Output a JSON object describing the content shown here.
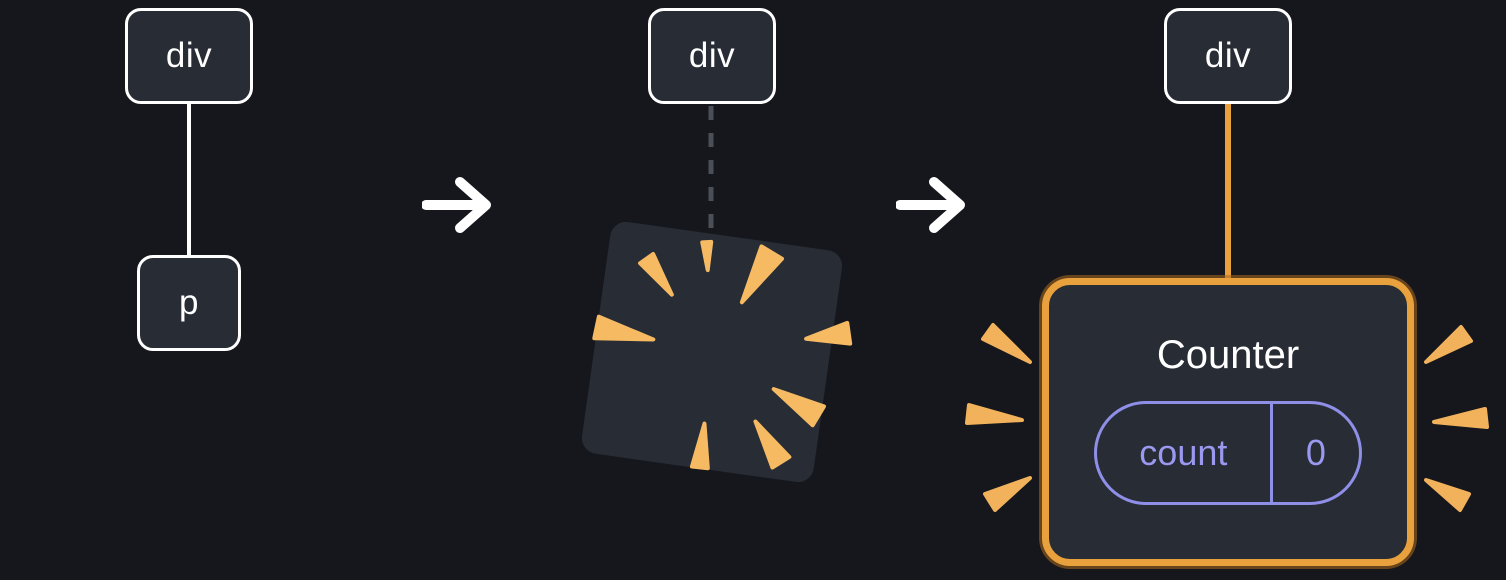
{
  "diagram": {
    "stage_before": {
      "root_label": "div",
      "child_label": "p"
    },
    "stage_poof": {
      "root_label": "div"
    },
    "stage_after": {
      "root_label": "div",
      "component_title": "Counter",
      "state_key": "count",
      "state_value": "0"
    }
  },
  "icons": {
    "arrow_1": "arrow-right-icon",
    "arrow_2": "arrow-right-icon",
    "poof_burst": "burst-sparks-icon",
    "highlight_sparks": "highlight-sparks-icon"
  },
  "colors": {
    "background": "#15171c",
    "node_fill": "#272c35",
    "node_border": "#ffffff",
    "connector_white": "#ffffff",
    "connector_dashed": "#4b4f58",
    "highlight_orange": "#e9a13e",
    "spark_orange": "#f6ba63",
    "state_purple": "#8f8fe8",
    "text": "#ffffff"
  }
}
